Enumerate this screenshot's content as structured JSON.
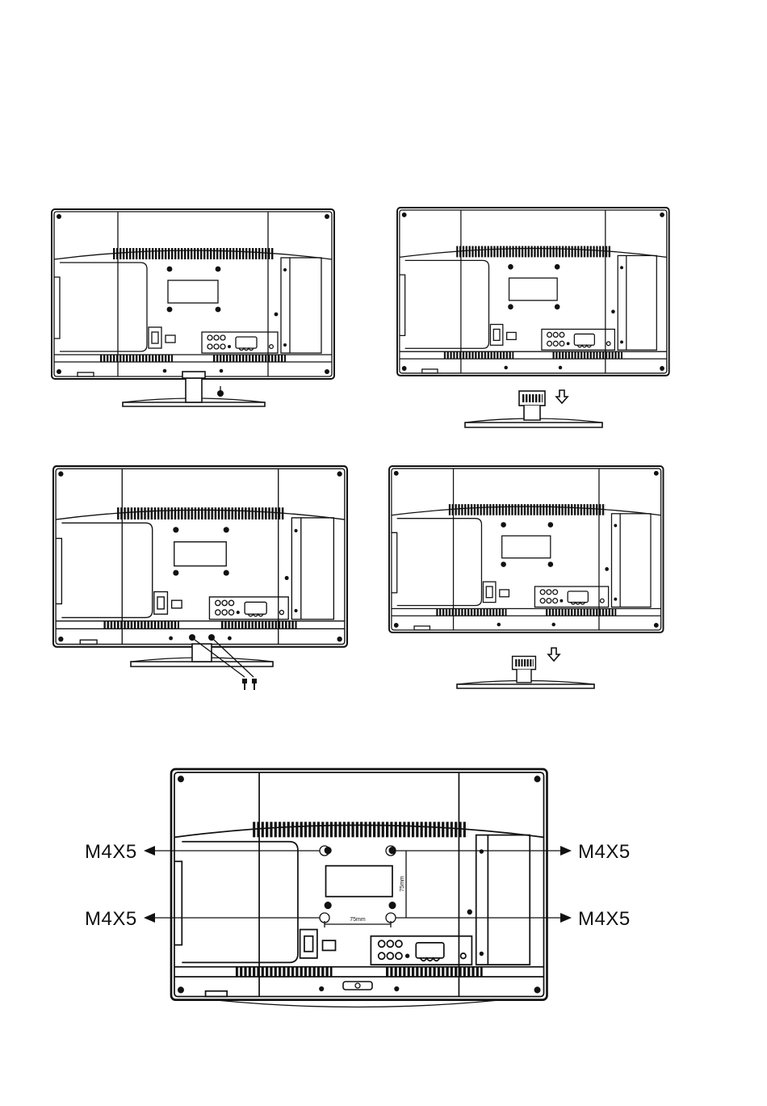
{
  "figure": {
    "screw_labels": [
      "M4X5",
      "M4X5",
      "M4X5",
      "M4X5"
    ],
    "dimension_horizontal": "75mm",
    "dimension_vertical": "75mm"
  }
}
